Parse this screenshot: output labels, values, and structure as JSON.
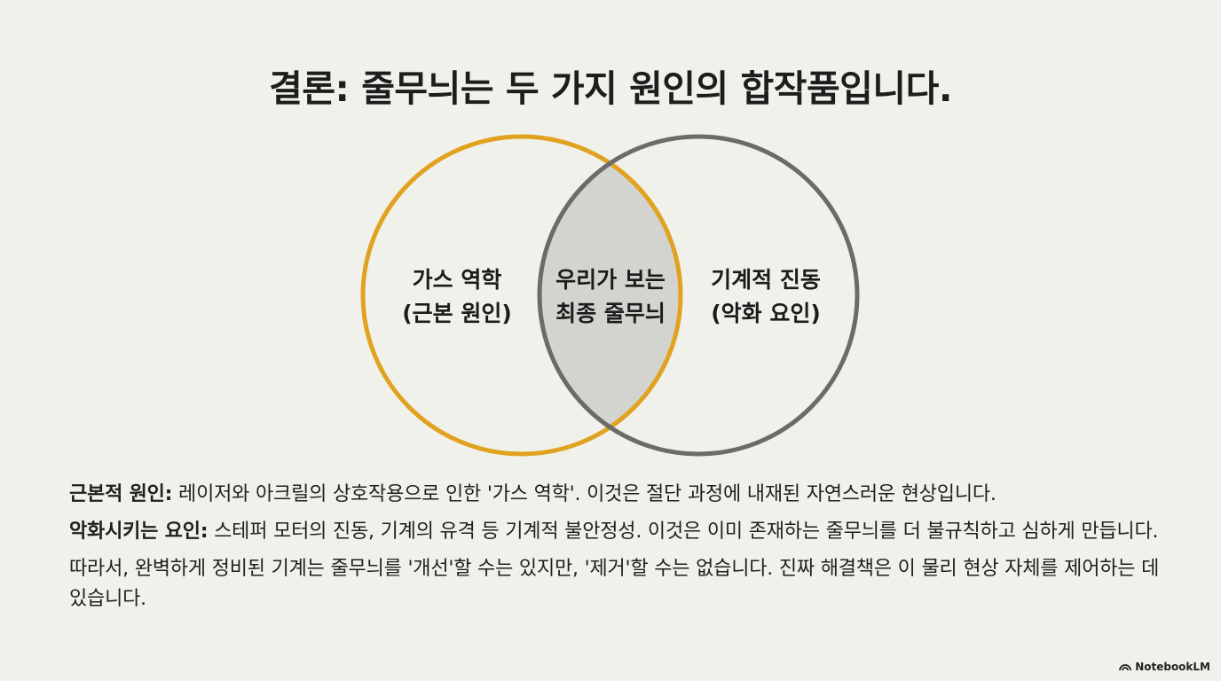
{
  "title": "결론: 줄무늬는 두 가지 원인의 합작품입니다.",
  "venn": {
    "left": {
      "line1": "가스 역학",
      "line2": "(근본 원인)"
    },
    "center": {
      "line1": "우리가 보는",
      "line2": "최종 줄무늬"
    },
    "right": {
      "line1": "기계적 진동",
      "line2": "(악화 요인)"
    },
    "colors": {
      "left_circle": "#e0a21f",
      "right_circle": "#6b6b68",
      "intersection": "#d3d3cf"
    }
  },
  "paragraphs": [
    {
      "lead": "근본적 원인:",
      "text": " 레이저와 아크릴의 상호작용으로 인한 '가스 역학'. 이것은 절단 과정에 내재된 자연스러운 현상입니다."
    },
    {
      "lead": "악화시키는 요인:",
      "text": " 스테퍼 모터의 진동, 기계의 유격 등 기계적 불안정성. 이것은 이미 존재하는 줄무늬를 더 불규칙하고 심하게 만듭니다."
    },
    {
      "lead": "",
      "text": "따라서, 완벽하게 정비된 기계는 줄무늬를 '개선'할 수는 있지만, '제거'할 수는 없습니다. 진짜 해결책은 이 물리 현상 자체를 제어하는 데 있습니다."
    }
  ],
  "brand": {
    "icon": "notebooklm-logo-icon",
    "label": "NotebookLM"
  }
}
